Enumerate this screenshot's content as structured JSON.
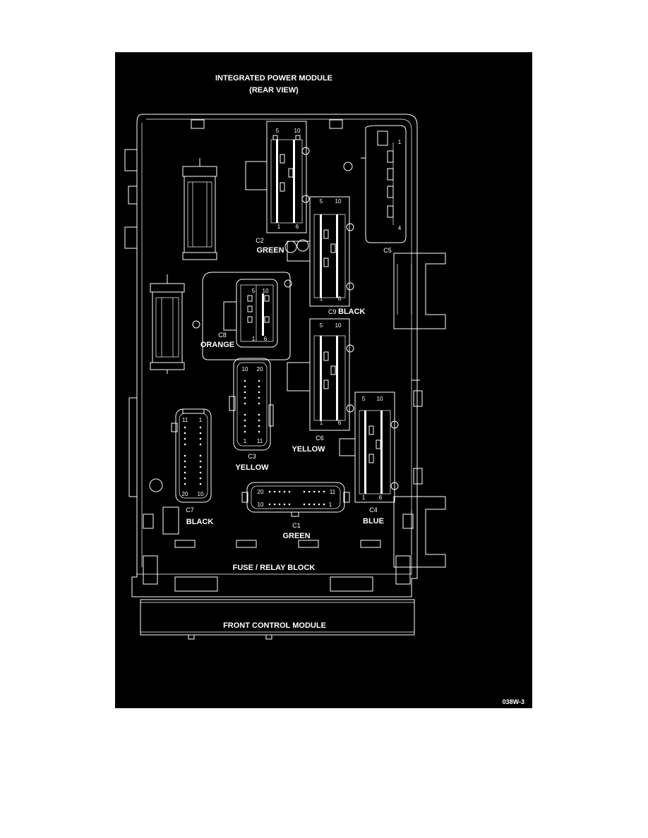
{
  "diagram": {
    "title": "INTEGRATED POWER MODULE",
    "subtitle": "(REAR VIEW)",
    "figure_code": "038W-3",
    "fuse_relay_block_label": "FUSE / RELAY BLOCK",
    "front_control_module_label": "FRONT CONTROL MODULE"
  },
  "connectors": {
    "c1": {
      "id": "C1",
      "color": "GREEN",
      "pins": {
        "top_left": "20",
        "top_right": "11",
        "bottom_left": "10",
        "bottom_right": "1"
      }
    },
    "c2": {
      "id": "C2",
      "color": "GREEN",
      "pins": {
        "top_left": "5",
        "top_right": "10",
        "bottom_left": "1",
        "bottom_right": "6"
      }
    },
    "c3": {
      "id": "C3",
      "color": "YELLOW",
      "pins": {
        "top_left": "10",
        "top_right": "20",
        "bottom_left": "1",
        "bottom_right": "11"
      }
    },
    "c4": {
      "id": "C4",
      "color": "BLUE",
      "pins": {
        "top_left": "5",
        "top_right": "10",
        "bottom_left": "1",
        "bottom_right": "6"
      }
    },
    "c5": {
      "id": "C5",
      "color": "",
      "pins": {
        "top": "1",
        "bottom": "4"
      }
    },
    "c6": {
      "id": "C6",
      "color": "YELLOW",
      "pins": {
        "top_left": "5",
        "top_right": "10",
        "bottom_left": "1",
        "bottom_right": "6"
      }
    },
    "c7": {
      "id": "C7",
      "color": "BLACK",
      "pins": {
        "top_left": "11",
        "top_right": "1",
        "bottom_left": "20",
        "bottom_right": "10"
      }
    },
    "c8": {
      "id": "C8",
      "color": "ORANGE",
      "pins": {
        "top_left": "5",
        "top_right": "10",
        "bottom_left": "1",
        "bottom_right": "6"
      }
    },
    "c9": {
      "id": "C9",
      "color": "BLACK",
      "pins": {
        "top_left": "5",
        "top_right": "10",
        "bottom_left": "1",
        "bottom_right": "6"
      }
    }
  }
}
